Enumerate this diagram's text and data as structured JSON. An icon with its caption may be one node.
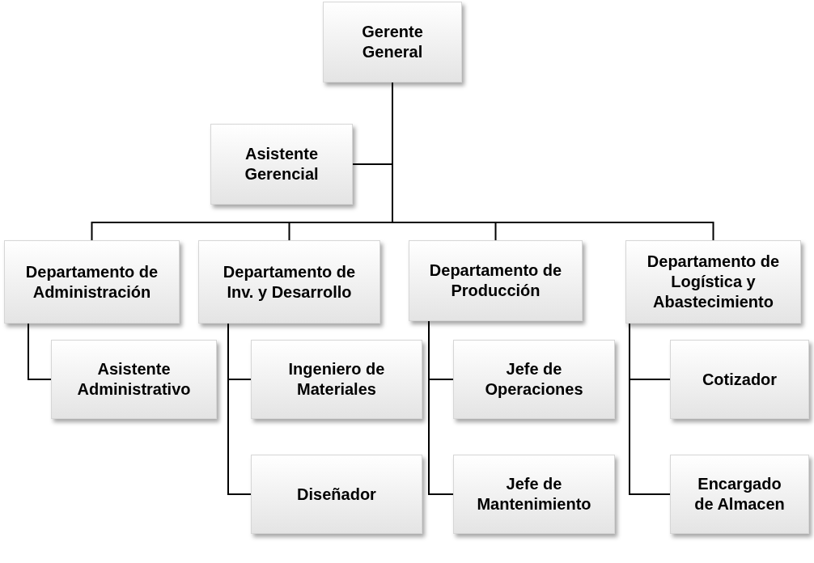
{
  "diagram": {
    "nodes": [
      {
        "text": [
          "Gerente General"
        ]
      },
      {
        "text": [
          "Asistente Gerencial"
        ]
      },
      {
        "text": [
          "Departamento de Administración"
        ]
      },
      {
        "text": [
          "Departamento de Inv. y Desarrollo"
        ]
      },
      {
        "text": [
          "Departamento de Producción"
        ]
      },
      {
        "text": [
          "Departamento de Logística y Abastecimiento"
        ]
      },
      {
        "text": [
          "Asistente Administrativo"
        ]
      },
      {
        "text": [
          "Ingeniero de Materiales"
        ]
      },
      {
        "text": [
          "Diseñador"
        ]
      },
      {
        "text": [
          "Jefe de Operaciones"
        ]
      },
      {
        "text": [
          "Jefe de Mantenimiento"
        ]
      },
      {
        "text": [
          "Cotizador"
        ]
      },
      {
        "text": [
          "Encargado de Almacen"
        ]
      }
    ],
    "edges": [
      {
        "from": 0,
        "to": 1,
        "arrow": "none"
      },
      {
        "from": 0,
        "to": 2,
        "arrow": "none"
      },
      {
        "from": 0,
        "to": 3,
        "arrow": "none"
      },
      {
        "from": 0,
        "to": 4,
        "arrow": "none"
      },
      {
        "from": 0,
        "to": 5,
        "arrow": "none"
      },
      {
        "from": 2,
        "to": 6,
        "arrow": "none"
      },
      {
        "from": 3,
        "to": 7,
        "arrow": "none"
      },
      {
        "from": 3,
        "to": 8,
        "arrow": "none"
      },
      {
        "from": 4,
        "to": 9,
        "arrow": "none"
      },
      {
        "from": 4,
        "to": 10,
        "arrow": "none"
      },
      {
        "from": 5,
        "to": 11,
        "arrow": "none"
      },
      {
        "from": 5,
        "to": 12,
        "arrow": "none"
      }
    ]
  }
}
